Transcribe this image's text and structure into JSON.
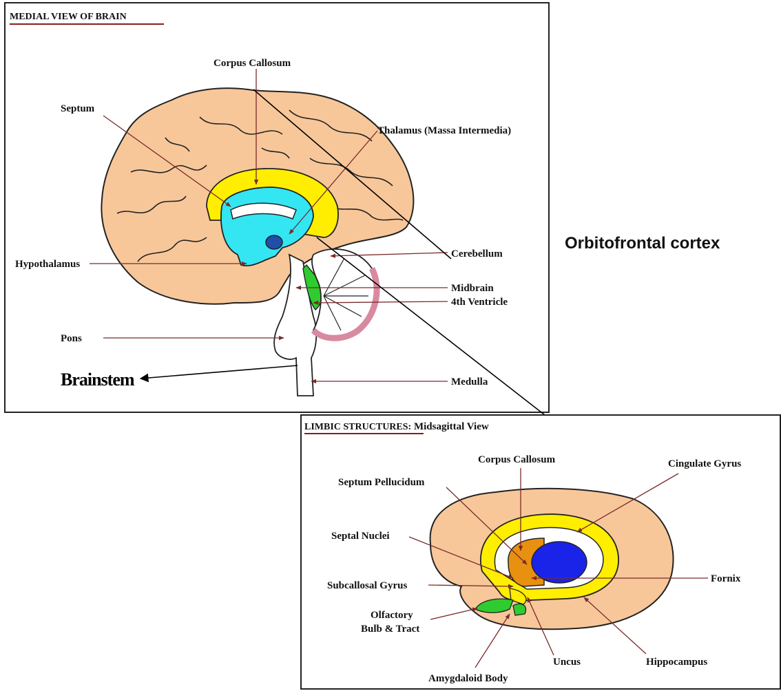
{
  "panel1": {
    "title": "MEDIAL VIEW OF BRAIN",
    "labels": {
      "corpus_callosum": "Corpus Callosum",
      "septum": "Septum",
      "thalamus": "Thalamus (Massa Intermedia)",
      "hypothalamus": "Hypothalamus",
      "cerebellum": "Cerebellum",
      "midbrain": "Midbrain",
      "fourth_ventricle": "4th Ventricle",
      "pons": "Pons",
      "medulla": "Medulla"
    }
  },
  "annotations": {
    "brainstem": "Brainstem",
    "orbitofrontal": "Orbitofrontal cortex"
  },
  "panel2": {
    "title_bold": "LIMBIC STRUCTURES:",
    "title_rest": " Midsagittal View",
    "labels": {
      "corpus_callosum": "Corpus Callosum",
      "cingulate_gyrus": "Cingulate Gyrus",
      "septum_pellucidum": "Septum Pellucidum",
      "septal_nuclei": "Septal Nuclei",
      "subcallosal_gyrus": "Subcallosal Gyrus",
      "fornix": "Fornix",
      "olfactory_1": "Olfactory",
      "olfactory_2": "Bulb & Tract",
      "uncus": "Uncus",
      "hippocampus": "Hippocampus",
      "amygdaloid": "Amygdaloid Body"
    }
  },
  "colors": {
    "cortex": "#f7c79a",
    "corpus_callosum": "#ffee00",
    "ventricle": "#33e6f2",
    "fornix_blue": "#1a24e8",
    "septum_orange": "#e8900f",
    "green": "#2ecc2e",
    "cerebellum_pink": "#d88aa0",
    "leader": "#7a2a2a"
  }
}
